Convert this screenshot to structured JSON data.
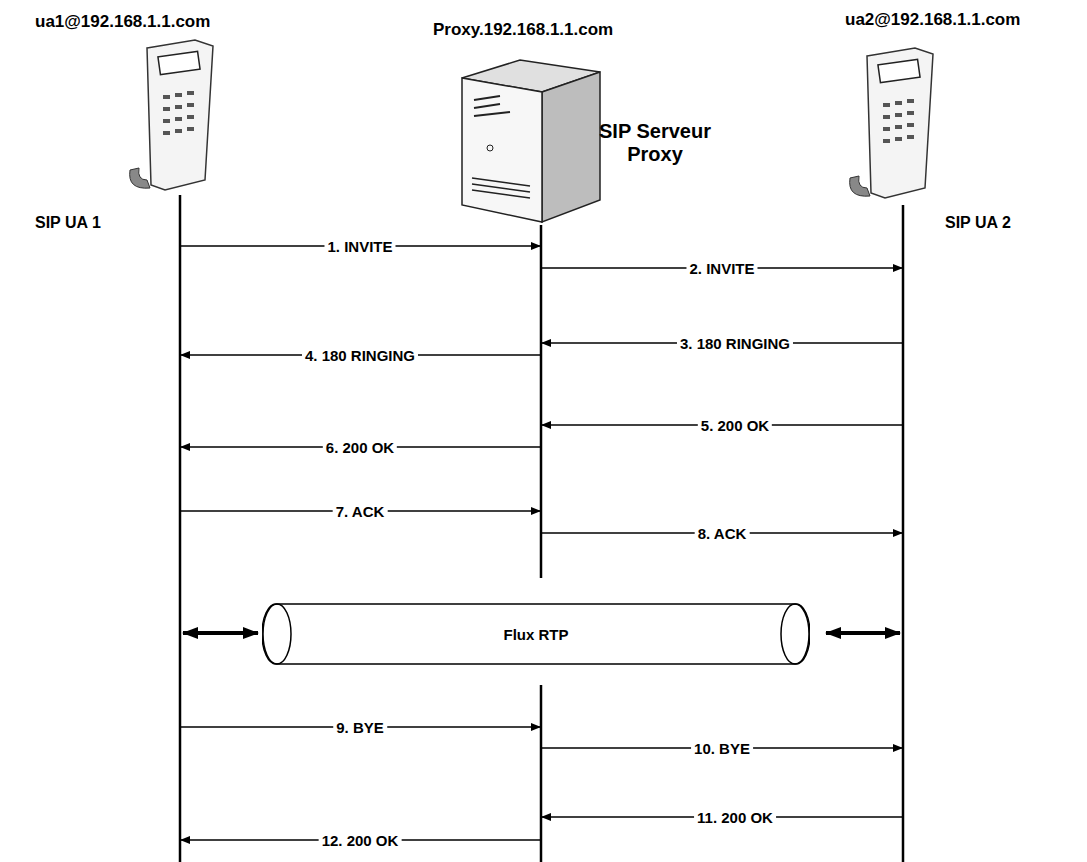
{
  "diagram": {
    "nodes": [
      {
        "text": [
          "Flux RTP"
        ]
      }
    ],
    "labels": [
      "ua1@192.168.1.1.com",
      "Proxy.192.168.1.1.com",
      "ua2@192.168.1.1.com",
      "SIP Serveur Proxy",
      "SIP UA 1",
      "SIP UA 2",
      "1. INVITE",
      "2. INVITE",
      "3. 180 RINGING",
      "4. 180 RINGING",
      "5. 200 OK",
      "6. 200 OK",
      "7. ACK",
      "8. ACK",
      "9. BYE",
      "10. BYE",
      "11. 200 OK",
      "12. 200 OK"
    ]
  }
}
